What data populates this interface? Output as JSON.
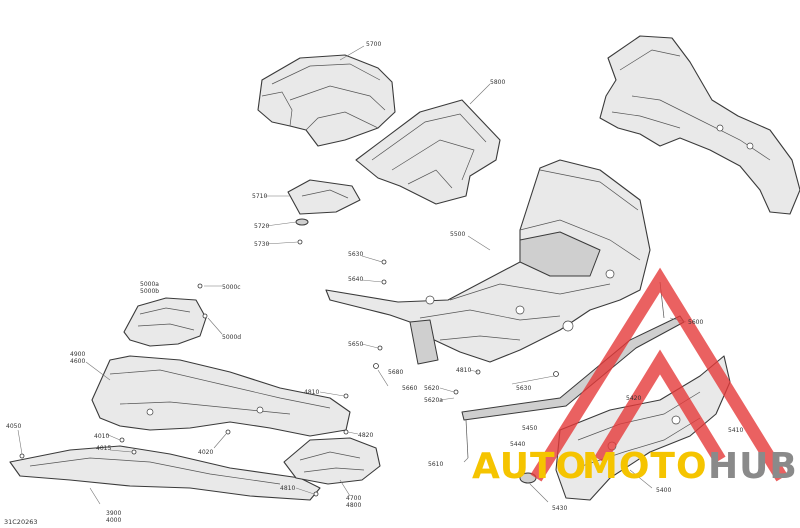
{
  "diagram": {
    "reference": "31C20263",
    "parts": [
      {
        "id": "5700",
        "label": "5700"
      },
      {
        "id": "5800",
        "label": "5800"
      },
      {
        "id": "5710",
        "label": "5710"
      },
      {
        "id": "5720",
        "label": "5720"
      },
      {
        "id": "5730",
        "label": "5730"
      },
      {
        "id": "5500",
        "label": "5500"
      },
      {
        "id": "5630",
        "label": "5630"
      },
      {
        "id": "5640",
        "label": "5640"
      },
      {
        "id": "5000a",
        "label": "5000a"
      },
      {
        "id": "5000b",
        "label": "5000b"
      },
      {
        "id": "5000c",
        "label": "5000c"
      },
      {
        "id": "5000d",
        "label": "5000d"
      },
      {
        "id": "5650",
        "label": "5650"
      },
      {
        "id": "5600",
        "label": "5600"
      },
      {
        "id": "5660",
        "label": "5660"
      },
      {
        "id": "5680",
        "label": "5680"
      },
      {
        "id": "4810a",
        "label": "4810"
      },
      {
        "id": "5620",
        "label": "5620"
      },
      {
        "id": "5620a",
        "label": "5620a"
      },
      {
        "id": "5630b",
        "label": "5630"
      },
      {
        "id": "4900",
        "label": "4900"
      },
      {
        "id": "4600",
        "label": "4600"
      },
      {
        "id": "4810b",
        "label": "4810"
      },
      {
        "id": "4050",
        "label": "4050"
      },
      {
        "id": "4010",
        "label": "4010"
      },
      {
        "id": "4015",
        "label": "4015"
      },
      {
        "id": "4020",
        "label": "4020"
      },
      {
        "id": "4820",
        "label": "4820"
      },
      {
        "id": "5420",
        "label": "5420"
      },
      {
        "id": "5410",
        "label": "5410"
      },
      {
        "id": "5440",
        "label": "5440"
      },
      {
        "id": "5450",
        "label": "5450"
      },
      {
        "id": "5610",
        "label": "5610"
      },
      {
        "id": "4810c",
        "label": "4810"
      },
      {
        "id": "4700",
        "label": "4700"
      },
      {
        "id": "4800",
        "label": "4800"
      },
      {
        "id": "3900",
        "label": "3900"
      },
      {
        "id": "4000",
        "label": "4000"
      },
      {
        "id": "5430",
        "label": "5430"
      },
      {
        "id": "5400",
        "label": "5400"
      }
    ]
  },
  "watermark": {
    "brand_part1": "AUTO",
    "brand_part2": "MOTO",
    "brand_part3": "HUB",
    "accent_color": "#e53a3a",
    "yellow_color": "#f5c400",
    "gray_color": "#8a8a8a"
  }
}
